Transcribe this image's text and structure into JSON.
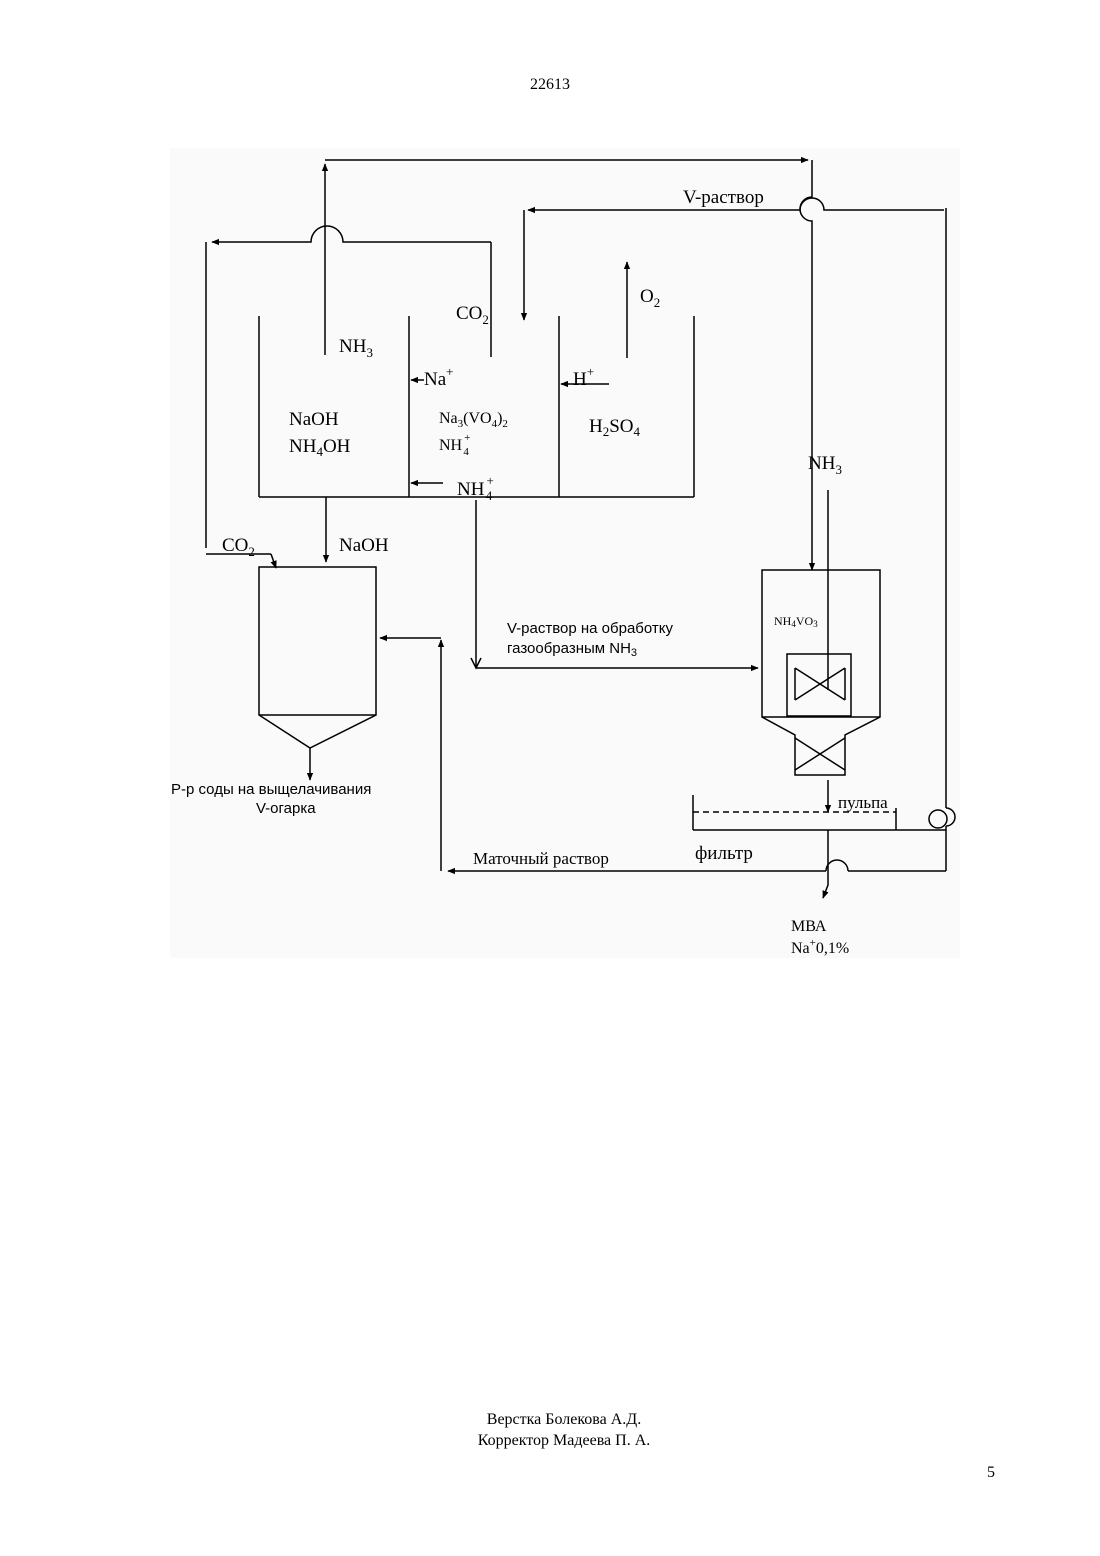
{
  "header": {
    "doc_number": "22613"
  },
  "diagram": {
    "labels": {
      "v_solution_top": "V-раствор",
      "co2_top_main": "CO",
      "co2_top_sub": "2",
      "o2_main": "O",
      "o2_sub": "2",
      "nh3_left_main": "NH",
      "nh3_left_sub": "3",
      "na_plus_main": "Na",
      "na_plus_sup": "+",
      "h_plus_main": "H",
      "h_plus_sup": "+",
      "naoh_cell": "NaOH",
      "nh4oh_a": "NH",
      "nh4oh_b": "4",
      "nh4oh_c": "OH",
      "na3vo4_a": "Na",
      "na3vo4_b": "3",
      "na3vo4_c": "(VO",
      "na3vo4_d": "4",
      "na3vo4_e": ")",
      "na3vo4_f": "2",
      "nh4_mid_main": "NH",
      "nh4_mid_sup": "+",
      "nh4_mid_sub": "4",
      "h2so4_a": "H",
      "h2so4_b": "2",
      "h2so4_c": "SO",
      "h2so4_d": "4",
      "nh3_right_main": "NH",
      "nh3_right_sub": "3",
      "nh4_bottom_main": "NH",
      "nh4_bottom_sup": "+",
      "nh4_bottom_sub": "4",
      "co2_lower_main": "CO",
      "co2_lower_sub": "2",
      "naoh_lower": "NaOH",
      "v_solution_treatment_line1": "V-раствор на обработку",
      "v_solution_treatment_line2a": "газообразным NH",
      "v_solution_treatment_line2b": "3",
      "nh4vo3_a": "NH",
      "nh4vo3_b": "4",
      "nh4vo3_c": "VO",
      "nh4vo3_d": "3",
      "soda_solution_line1": "Р-р соды на выщелачивания",
      "soda_solution_line2": "V-огарка",
      "pulp": "пульпа",
      "filter": "фильтр",
      "mother_liquor": "Маточный раствор",
      "mva": "МВА",
      "na_content_main": "Na",
      "na_content_sup": "+",
      "na_content_rest": "0,1%"
    }
  },
  "footer": {
    "layout_credit": "Верстка Болекова А.Д.",
    "proof_credit": "Корректор Мадеева П. А.",
    "page_number": "5"
  }
}
